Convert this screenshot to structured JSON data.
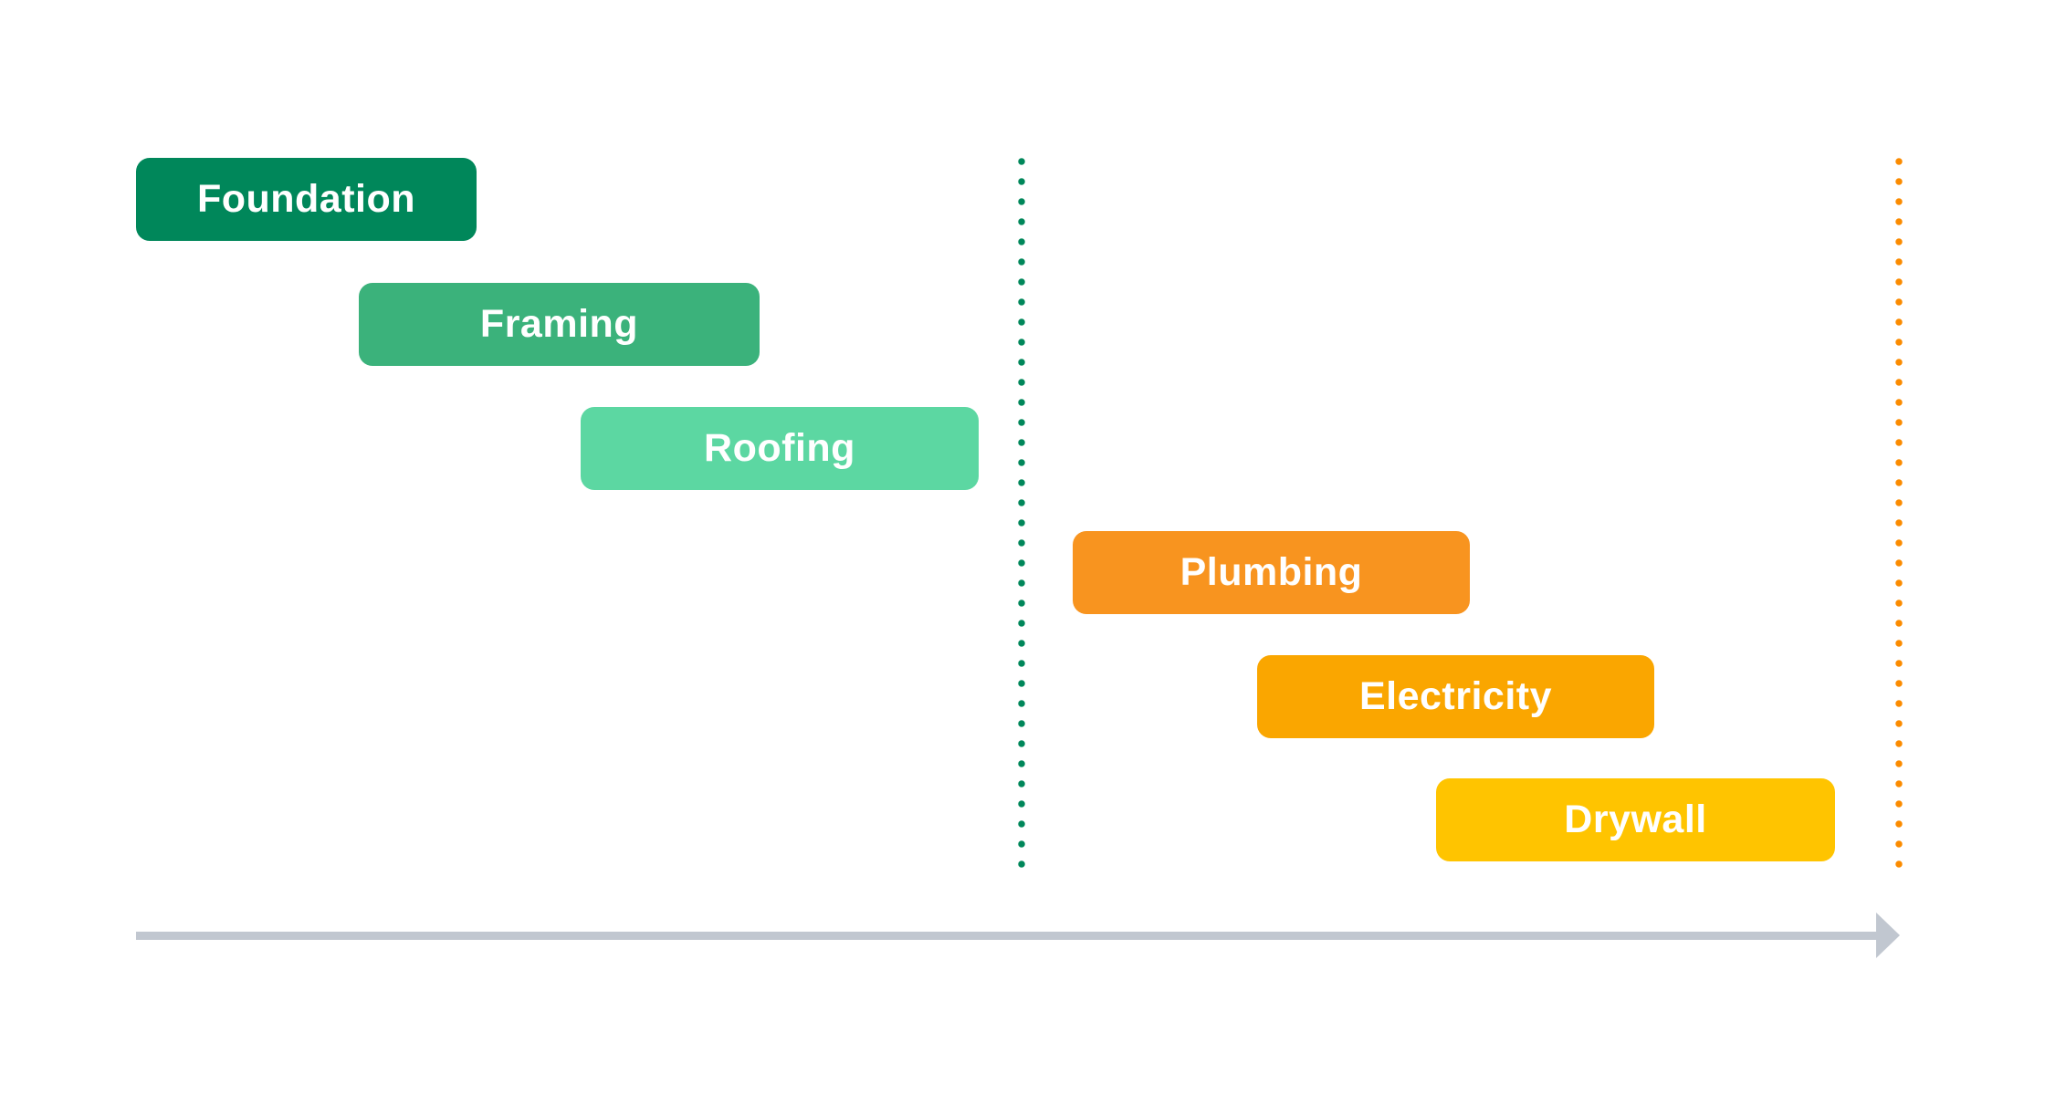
{
  "colors": {
    "background": "#FFFFFF",
    "label_text": "#FFFFFF",
    "timeline_arrow": "#C1C7D0"
  },
  "tasks": [
    {
      "label": "Foundation",
      "color": "#00875A"
    },
    {
      "label": "Framing",
      "color": "#3BB27B"
    },
    {
      "label": "Roofing",
      "color": "#5CD7A2"
    },
    {
      "label": "Plumbing",
      "color": "#F8941F"
    },
    {
      "label": "Electricity",
      "color": "#FAA600"
    },
    {
      "label": "Drywall",
      "color": "#FFC400"
    }
  ],
  "milestones": [
    {
      "name": "green-phase-divider",
      "style": "dotted",
      "color": "#00875A"
    },
    {
      "name": "orange-phase-divider",
      "style": "dotted",
      "color": "#FB8B00"
    }
  ],
  "timeline": {
    "color": "#C1C7D0",
    "direction": "right"
  },
  "chart_data": {
    "type": "bar",
    "variant": "gantt-timeline",
    "orientation": "horizontal",
    "grid": false,
    "legend": false,
    "x_axis": {
      "style": "arrow",
      "tick_labels_visible": false,
      "range_pct": [
        0,
        100
      ]
    },
    "categories": [
      "Foundation",
      "Framing",
      "Roofing",
      "Plumbing",
      "Electricity",
      "Drywall"
    ],
    "series": [
      {
        "name": "tasks",
        "values_pct_of_timeline": [
          {
            "label": "Foundation",
            "start": 0,
            "end": 19,
            "color": "#00875A"
          },
          {
            "label": "Framing",
            "start": 13,
            "end": 35,
            "color": "#3BB27B"
          },
          {
            "label": "Roofing",
            "start": 25,
            "end": 48,
            "color": "#5CD7A2"
          },
          {
            "label": "Plumbing",
            "start": 53,
            "end": 76,
            "color": "#F8941F"
          },
          {
            "label": "Electricity",
            "start": 64,
            "end": 86,
            "color": "#FAA600"
          },
          {
            "label": "Drywall",
            "start": 74,
            "end": 96,
            "color": "#FFC400"
          }
        ]
      }
    ],
    "annotations": [
      {
        "type": "vline",
        "style": "dotted",
        "position_pct": 50,
        "color": "#00875A"
      },
      {
        "type": "vline",
        "style": "dotted",
        "position_pct": 100,
        "color": "#FB8B00"
      }
    ]
  }
}
